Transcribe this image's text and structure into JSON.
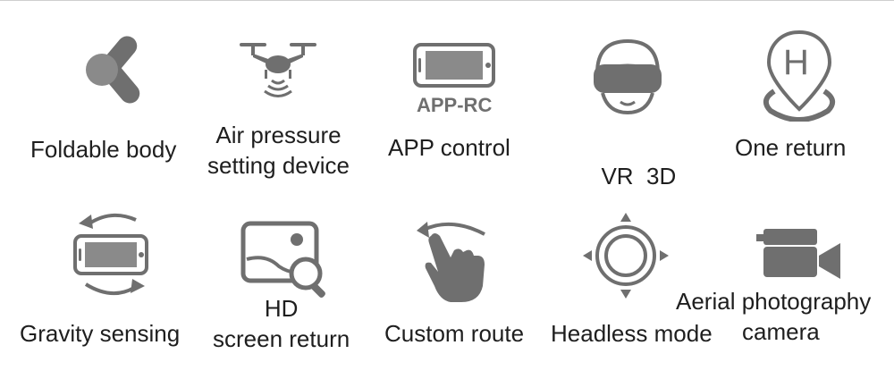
{
  "features": [
    {
      "lines": [
        "Foldable body"
      ],
      "icon": "foldable-body-icon"
    },
    {
      "lines": [
        "Air pressure",
        "setting device"
      ],
      "icon": "drone-icon"
    },
    {
      "lines": [
        "APP control"
      ],
      "icon": "smartphone-icon",
      "icon_text": "APP-RC"
    },
    {
      "lines": [
        "VR  3D"
      ],
      "icon": "vr-headset-icon"
    },
    {
      "lines": [
        "One return"
      ],
      "icon": "location-pin-h-icon",
      "icon_text": "H"
    },
    {
      "lines": [
        "Gravity sensing"
      ],
      "icon": "rotate-phone-icon"
    },
    {
      "lines": [
        "HD",
        "screen return"
      ],
      "icon": "image-zoom-icon"
    },
    {
      "lines": [
        "Custom route"
      ],
      "icon": "hand-swipe-icon"
    },
    {
      "lines": [
        "Headless mode"
      ],
      "icon": "direction-pad-icon"
    },
    {
      "lines": [
        "Aerial photography",
        "camera"
      ],
      "icon": "video-camera-icon"
    }
  ]
}
